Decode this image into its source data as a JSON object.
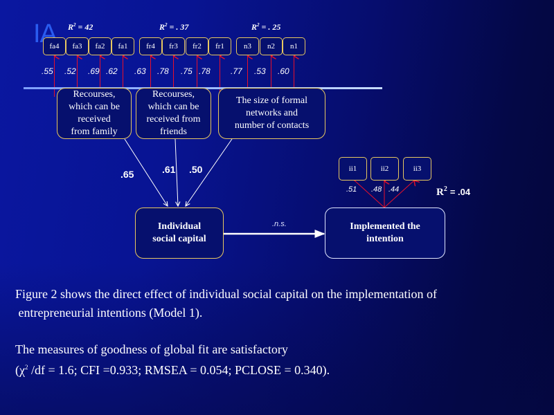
{
  "slide": {
    "corner_label": "IA",
    "colors": {
      "background": "#081493",
      "box_border": "#e8c860",
      "arrow_red": "#e8102a",
      "path_white": "#ffffff",
      "divider": "#a8c4ff"
    }
  },
  "diagram": {
    "indicator_groups": [
      {
        "r2_label": "R",
        "r2_sup": "2",
        "r2_value": " = 42",
        "indicators": [
          {
            "label": "fa4",
            "loading": ".55"
          },
          {
            "label": "fa3",
            "loading": ".52"
          },
          {
            "label": "fa2",
            "loading": ".69"
          },
          {
            "label": "fa1",
            "loading": ".62"
          }
        ]
      },
      {
        "r2_label": "R",
        "r2_sup": "2",
        "r2_value": " = . 37",
        "indicators": [
          {
            "label": "fr4",
            "loading": ".63"
          },
          {
            "label": "fr3",
            "loading": ".78"
          },
          {
            "label": "fr2",
            "loading": ".75"
          },
          {
            "label": "fr1",
            "loading": ".78"
          }
        ]
      },
      {
        "r2_label": "R",
        "r2_sup": "2",
        "r2_value": " = . 25",
        "indicators": [
          {
            "label": "n3",
            "loading": ".77"
          },
          {
            "label": "n2",
            "loading": ".53"
          },
          {
            "label": "n1",
            "loading": ".60"
          }
        ]
      }
    ],
    "latent_factors": [
      {
        "label": "Recourses, which can be received from family",
        "lines": [
          "Recourses,",
          "which can be",
          "received",
          "from family"
        ],
        "path_coef": ".65"
      },
      {
        "label": "Recourses, which can be received from friends",
        "lines": [
          "Recourses,",
          "which can be",
          "received from",
          "friends"
        ],
        "path_coef": ".61"
      },
      {
        "label": "The size of formal networks and number of contacts",
        "lines": [
          "The size of formal",
          "networks and",
          "number of contacts"
        ],
        "path_coef": ".50"
      }
    ],
    "central": {
      "lines": [
        "Individual",
        "social capital"
      ]
    },
    "outcome": {
      "lines": [
        "Implemented the",
        "intention"
      ],
      "r2_label": "R",
      "r2_sup": "2",
      "r2_value": "= .04",
      "indicators": [
        {
          "label": "ii1",
          "loading": ".51"
        },
        {
          "label": "ii2",
          "loading": ".48"
        },
        {
          "label": "ii3",
          "loading": ".44"
        }
      ]
    },
    "direct_path_label": ".n.s."
  },
  "text": {
    "para1_line1": "Figure 2 shows the direct effect of individual social capital on the implementation of",
    "para1_line2": " entrepreneurial intentions (Model 1).",
    "para2_line1": "The measures of goodness of global fit are satisfactory",
    "para2_line2_prefix": "(χ",
    "para2_line2_sup": "2",
    "para2_line2_rest": " /df = 1.6; CFI =0.933; RMSEA = 0.054; PCLOSE = 0.340)."
  }
}
